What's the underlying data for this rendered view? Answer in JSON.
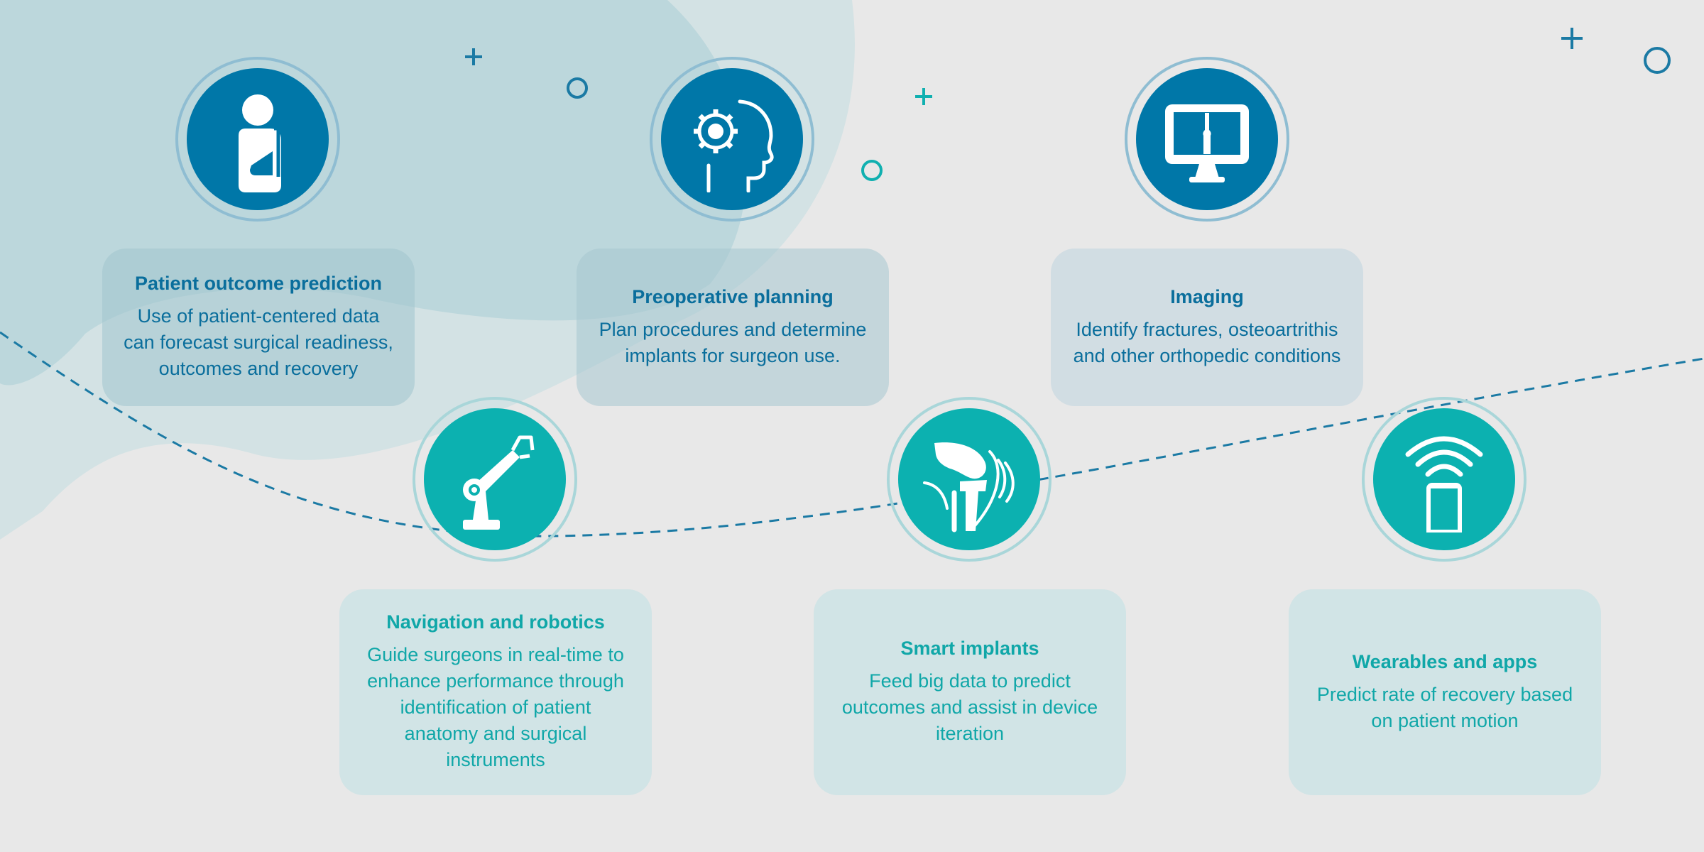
{
  "colors": {
    "background": "#e8e8e8",
    "primary_blue": "#0077a8",
    "teal": "#0cb1b0",
    "blob_light": "#d3e2e4",
    "blob_dark": "#bcd7dc"
  },
  "items": [
    {
      "id": "patient-outcome-prediction",
      "icon": "patient-arm-sling-icon",
      "title": "Patient outcome prediction",
      "lines": [
        "Use of patient-centered data",
        "can forecast surgical readiness,",
        "outcomes and recovery"
      ]
    },
    {
      "id": "preoperative-planning",
      "icon": "head-gear-icon",
      "title": "Preoperative planning",
      "lines": [
        "Plan procedures and determine",
        "implants for surgeon use."
      ]
    },
    {
      "id": "imaging",
      "icon": "monitor-xray-icon",
      "title": "Imaging",
      "lines": [
        "Identify fractures, osteoartrithis",
        "and other orthopedic conditions"
      ]
    },
    {
      "id": "navigation-and-robotics",
      "icon": "robotic-arm-icon",
      "title": "Navigation and robotics",
      "lines": [
        "Guide surgeons in real-time to",
        "enhance performance through",
        "identification of patient",
        "anatomy and surgical",
        "instruments"
      ]
    },
    {
      "id": "smart-implants",
      "icon": "knee-joint-icon",
      "title": "Smart implants",
      "lines": [
        "Feed big data to predict",
        "outcomes and assist in device",
        "iteration"
      ]
    },
    {
      "id": "wearables-and-apps",
      "icon": "smartphone-wifi-icon",
      "title": "Wearables and apps",
      "lines": [
        "Predict rate of recovery based",
        "on patient motion"
      ]
    }
  ]
}
